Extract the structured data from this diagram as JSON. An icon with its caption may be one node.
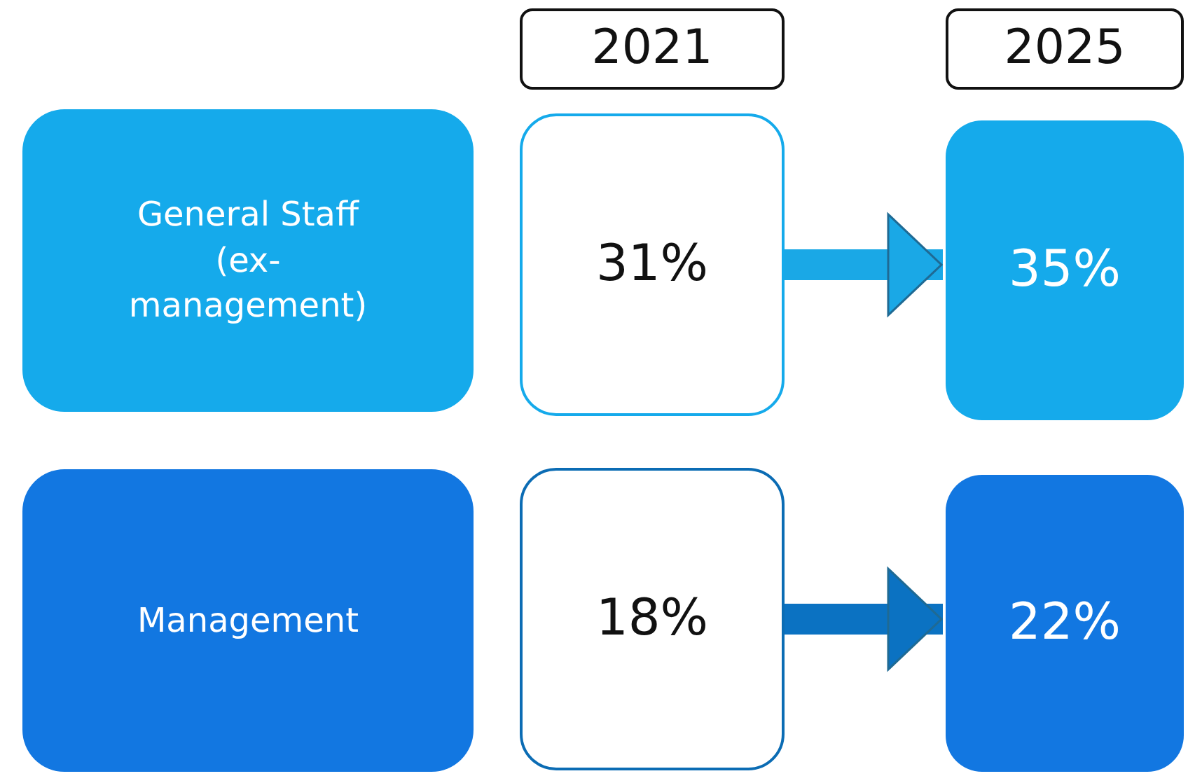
{
  "diagram": {
    "nodes": [
      {
        "text": [
          "2021"
        ]
      },
      {
        "text": [
          "2025"
        ]
      },
      {
        "text": [
          "General Staff (ex-management)"
        ]
      },
      {
        "text": [
          "31%"
        ]
      },
      {
        "text": [
          "35%"
        ]
      },
      {
        "text": [
          "Management"
        ]
      },
      {
        "text": [
          "18%"
        ]
      },
      {
        "text": [
          "22%"
        ]
      }
    ],
    "edges": [
      {
        "from": 3,
        "to": 4,
        "arrow": "to",
        "color": "#1aa8e6"
      },
      {
        "from": 6,
        "to": 7,
        "arrow": "to",
        "color": "#0b72c2"
      }
    ]
  }
}
